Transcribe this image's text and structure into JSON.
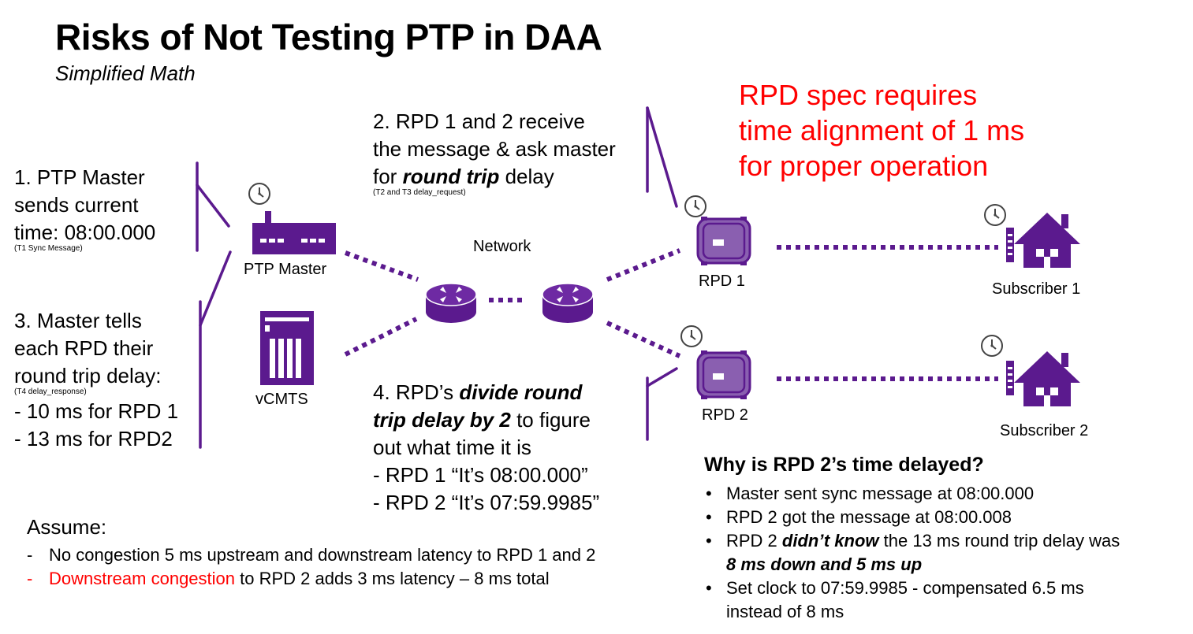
{
  "header": {
    "title": "Risks of Not Testing PTP in DAA",
    "subtitle": "Simplified Math"
  },
  "step1": {
    "lines": [
      "1. PTP Master",
      "sends current",
      "time: 08:00.000"
    ],
    "note": "(T1 Sync Message)"
  },
  "step2": {
    "line1": "2. RPD 1 and 2 receive",
    "line2": "the message & ask master",
    "line3_pre": "for ",
    "line3_em": "round trip",
    "line3_post": " delay",
    "note": "(T2 and T3 delay_request)"
  },
  "step3": {
    "lines": [
      "3. Master tells",
      "each RPD their",
      "round trip delay:"
    ],
    "note": "(T4 delay_response)",
    "items": [
      "- 10 ms for RPD 1",
      "- 13 ms for RPD2"
    ]
  },
  "step4": {
    "line1_pre": "4. RPD’s ",
    "line1_em": "divide round",
    "line2_em": "trip delay by 2",
    "line2_post": " to figure",
    "line3": "out what time it is",
    "items": [
      "- RPD 1 “It’s 08:00.000”",
      "- RPD 2 “It’s 07:59.9985”"
    ]
  },
  "spec": {
    "lines": [
      "RPD spec requires",
      "time alignment of 1 ms",
      "for proper operation"
    ]
  },
  "labels": {
    "ptp_master": "PTP Master",
    "vcmts": "vCMTS",
    "network": "Network",
    "rpd1": "RPD 1",
    "rpd2": "RPD 2",
    "subscriber1": "Subscriber 1",
    "subscriber2": "Subscriber 2"
  },
  "assume": {
    "title": "Assume:",
    "item1": {
      "dash": "-",
      "text": "No congestion 5 ms upstream and downstream latency to RPD 1 and 2"
    },
    "item2": {
      "dash": "-",
      "red_text": "Downstream congestion",
      "text": " to RPD 2 adds 3 ms latency – 8 ms total"
    }
  },
  "why": {
    "title": "Why is RPD 2’s time delayed?",
    "b1": "Master sent sync message at 08:00.000",
    "b2": "RPD 2 got the message at 08:00.008",
    "b3_pre": "RPD 2 ",
    "b3_em": "didn’t know",
    "b3_post": " the 13 ms round trip delay was",
    "b3_line2": "8 ms down and 5 ms up",
    "b4": "Set clock to 07:59.9985 - compensated 6.5 ms",
    "b4_line2": "instead of 8 ms"
  },
  "colors": {
    "purple": "#5b1a8e",
    "device_face": "#8a5fb0",
    "red": "#ff0000"
  },
  "icons": [
    "clock-icon",
    "router-icon",
    "server-icon",
    "rpd-node-icon",
    "modem-icon",
    "house-icon"
  ]
}
